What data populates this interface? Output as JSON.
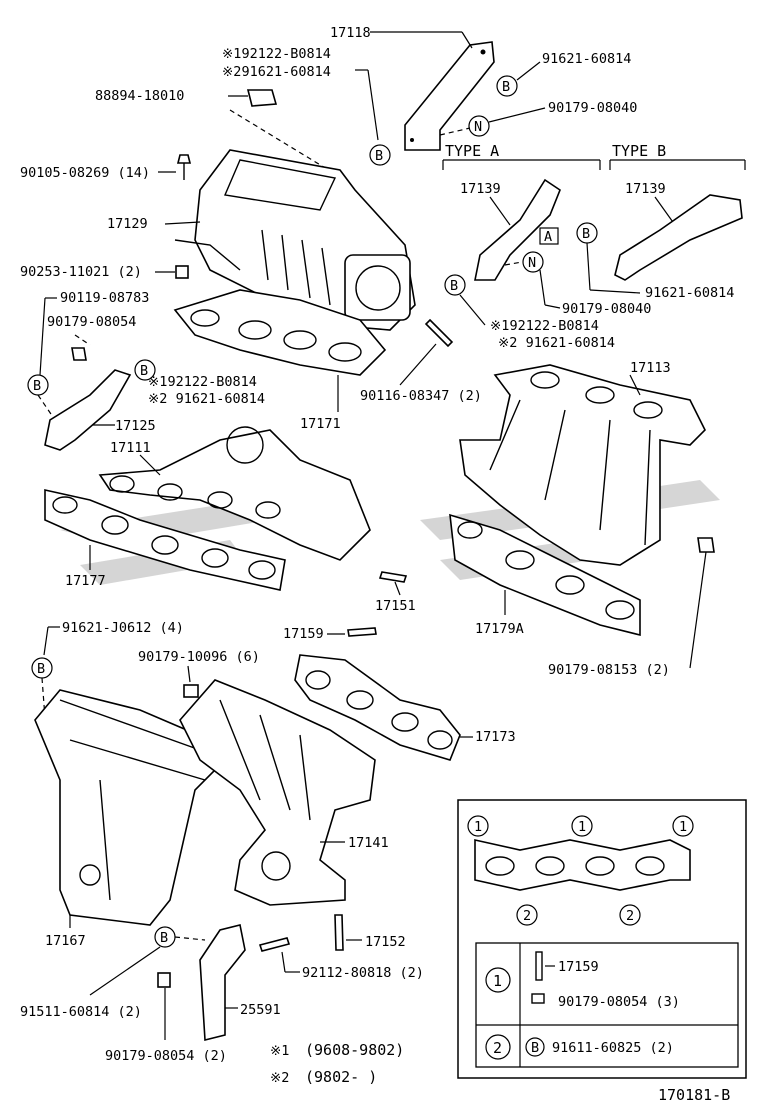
{
  "labels": {
    "p17118": "17118",
    "p91621_60814_top": "91621-60814",
    "p90179_08040_top": "90179-08040",
    "note_r1": "※192122-B0814",
    "note_r2": "※291621-60814",
    "p88894": "88894-18010",
    "p90105": "90105-08269 (14)",
    "p17129": "17129",
    "p90253": "90253-11021 (2)",
    "p90119": "90119-08783",
    "p90179_08054_a": "90179-08054",
    "p17125": "17125",
    "note_m1": "※192122-B0814",
    "note_m2": "※2 91621-60814",
    "p17171": "17171",
    "p90116": "90116-08347 (2)",
    "type_a": "TYPE A",
    "type_b": "TYPE B",
    "p17139_a": "17139",
    "p17139_b": "17139",
    "p91621_60814_b": "91621-60814",
    "p90179_08040_b": "90179-08040",
    "note_b1": "※192122-B0814",
    "note_b2": "※2 91621-60814",
    "p17113": "17113",
    "p17111": "17111",
    "p17177": "17177",
    "p17151": "17151",
    "p17179a": "17179A",
    "p17159_mid": "17159",
    "p91621_j0612": "91621-J0612 (4)",
    "p90179_10096": "90179-10096 (6)",
    "p90179_08153": "90179-08153 (2)",
    "p17173": "17173",
    "p17141": "17141",
    "p17167": "17167",
    "p17152": "17152",
    "p92112": "92112-80818 (2)",
    "p91511": "91511-60814 (2)",
    "p25591": "25591",
    "p90179_08054_b": "90179-08054 (2)",
    "legend1_key": "※1",
    "legend1_val": "(9608-9802)",
    "legend2_key": "※2",
    "legend2_val": "(9802-      )",
    "inset_17159": "17159",
    "inset_90179": "90179-08054 (3)",
    "inset_91611": "91611-60825 (2)",
    "diagram_code": "170181-B"
  },
  "markers": {
    "B": "B",
    "N": "N",
    "A": "A",
    "one": "1",
    "two": "2"
  }
}
